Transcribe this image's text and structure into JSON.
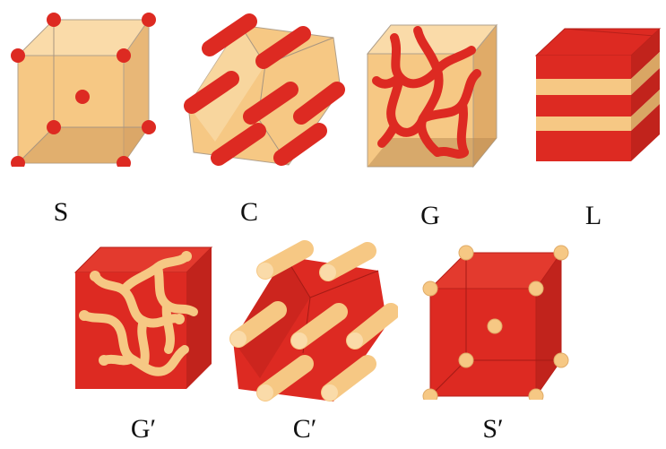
{
  "colors": {
    "red": "#dd2a22",
    "red_dark": "#b8201a",
    "tan": "#f6c884",
    "tan_light": "#fadba9",
    "tan_dark": "#cf9b5c",
    "edge": "#9a8a78"
  },
  "phases": [
    {
      "id": "S",
      "label": "S"
    },
    {
      "id": "C",
      "label": "C"
    },
    {
      "id": "G",
      "label": "G"
    },
    {
      "id": "L",
      "label": "L"
    },
    {
      "id": "G-prime",
      "label": "G′"
    },
    {
      "id": "C-prime",
      "label": "C′"
    },
    {
      "id": "S-prime",
      "label": "S′"
    }
  ]
}
